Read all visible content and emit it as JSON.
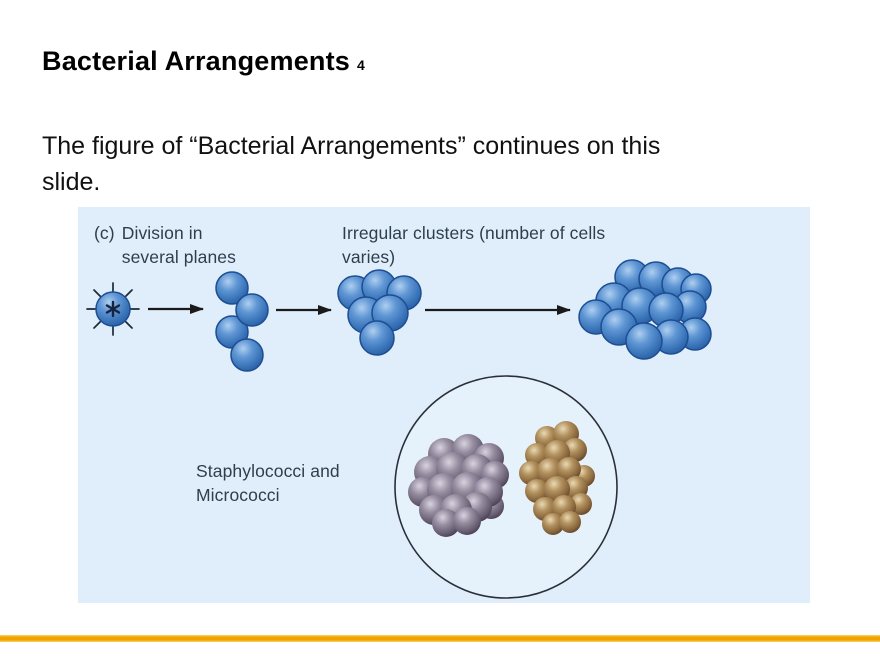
{
  "slide": {
    "title": "Bacterial Arrangements",
    "title_index": "4",
    "body_lines": [
      "The figure of “Bacterial Arrangements” continues on this",
      "slide."
    ]
  },
  "figure": {
    "panel_prefix": "(c)",
    "division_lines": [
      "Division in",
      "several planes"
    ],
    "irregular_lines": [
      "Irregular clusters (number of cells",
      "varies)"
    ],
    "staph_lines": [
      "Staphylococci and",
      "Micrococci"
    ],
    "icons": [
      "single-cell-with-spikes-icon",
      "arrow-icon",
      "four-cell-cluster-icon",
      "six-cell-cluster-icon",
      "large-cell-cluster-icon",
      "micrograph-circle-icon",
      "staphylococci-purple-cluster-icon",
      "micrococci-brown-cluster-icon"
    ],
    "colors": {
      "figure_background": "#DFEEFA",
      "cell_blue": "#4B87C8",
      "cell_blue_outline": "#1D4D92",
      "label_text": "#2F3E4E",
      "arrow_black": "#1A1A1A",
      "staphylococci_purple": "#6F6579",
      "micrococci_brown": "#8C6B44",
      "accent_bar_gold": "#F2A500"
    }
  }
}
